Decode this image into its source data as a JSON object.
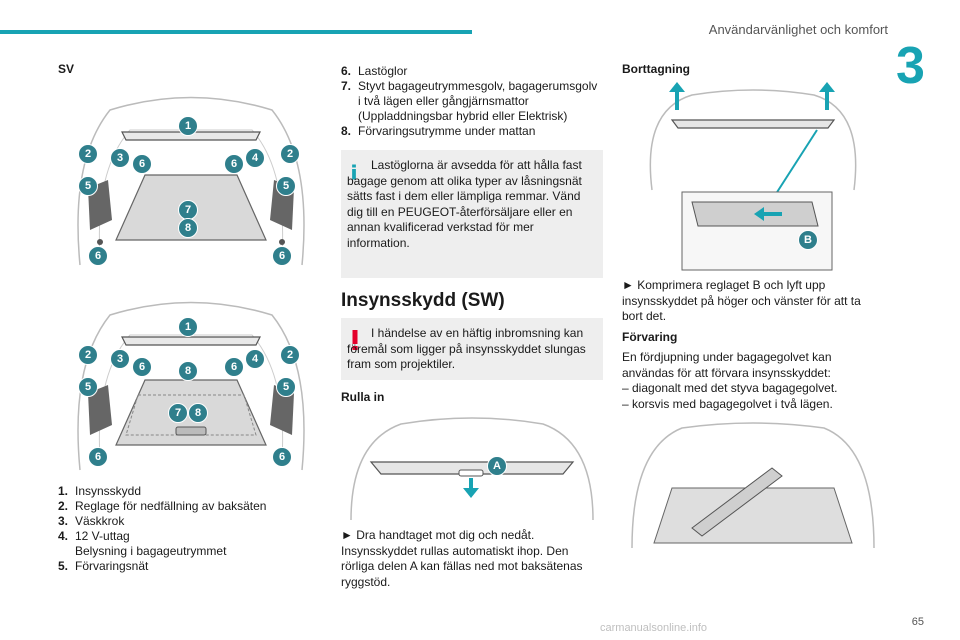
{
  "header": {
    "title": "Användarvänlighet och komfort",
    "chapter": "3"
  },
  "left": {
    "label": "SV",
    "legend": [
      {
        "num": "1.",
        "text": "Insynsskydd"
      },
      {
        "num": "2.",
        "text": "Reglage för nedfällning av baksäten"
      },
      {
        "num": "3.",
        "text": "Väskkrok"
      },
      {
        "num": "4.",
        "text": "12 V-uttag"
      },
      {
        "num": "",
        "text": "Belysning i bagageutrymmet"
      },
      {
        "num": "5.",
        "text": "Förvaringsnät"
      }
    ],
    "fig1_badges": [
      "1",
      "2",
      "3",
      "6",
      "6",
      "4",
      "2",
      "5",
      "5",
      "7",
      "8",
      "6",
      "6"
    ],
    "fig2_badges": [
      "1",
      "2",
      "3",
      "6",
      "8",
      "6",
      "4",
      "2",
      "5",
      "5",
      "7",
      "8",
      "6",
      "6"
    ]
  },
  "middle": {
    "legend": [
      {
        "num": "6.",
        "text": "Lastöglor"
      },
      {
        "num": "7.",
        "text": "Styvt bagageutrymmesgolv, bagagerumsgolv i två lägen eller gångjärnsmattor (Uppladdningsbar hybrid eller Elektrisk)"
      },
      {
        "num": "8.",
        "text": "Förvaringsutrymme under mattan"
      }
    ],
    "info": "Lastöglorna är avsedda för att hålla fast bagage genom att olika typer av låsningsnät sätts fast i dem eller lämpliga remmar. Vänd dig till en PEUGEOT-återförsäljare eller en annan kvalificerad verkstad för mer information.",
    "heading": "Insynsskydd (SW)",
    "warning": "I händelse av en häftig inbromsning kan föremål som ligger på insynsskyddet slungas fram som projektiler.",
    "subheading": "Rulla in",
    "badge_a": "A",
    "para": "► Dra handtaget mot dig och nedåt. Insynsskyddet rullas automatiskt ihop. Den rörliga delen A kan fällas ned mot baksätenas ryggstöd."
  },
  "right": {
    "subheading1": "Borttagning",
    "badge_b": "B",
    "para1": "► Komprimera reglaget B och lyft upp insynsskyddet på höger och vänster för att ta bort det.",
    "subheading2": "Förvaring",
    "para2": "En fördjupning under bagagegolvet kan användas för att förvara insynsskyddet:",
    "items": [
      "– diagonalt med det styva bagagegolvet.",
      "– korsvis med bagagegolvet i två lägen."
    ]
  },
  "footer": {
    "page": "65",
    "watermark": "carmanualsonline.info"
  },
  "colors": {
    "accent": "#18a3b3",
    "badge": "#2f7f8c",
    "box": "#eeeeee",
    "warning": "#e4002b"
  }
}
